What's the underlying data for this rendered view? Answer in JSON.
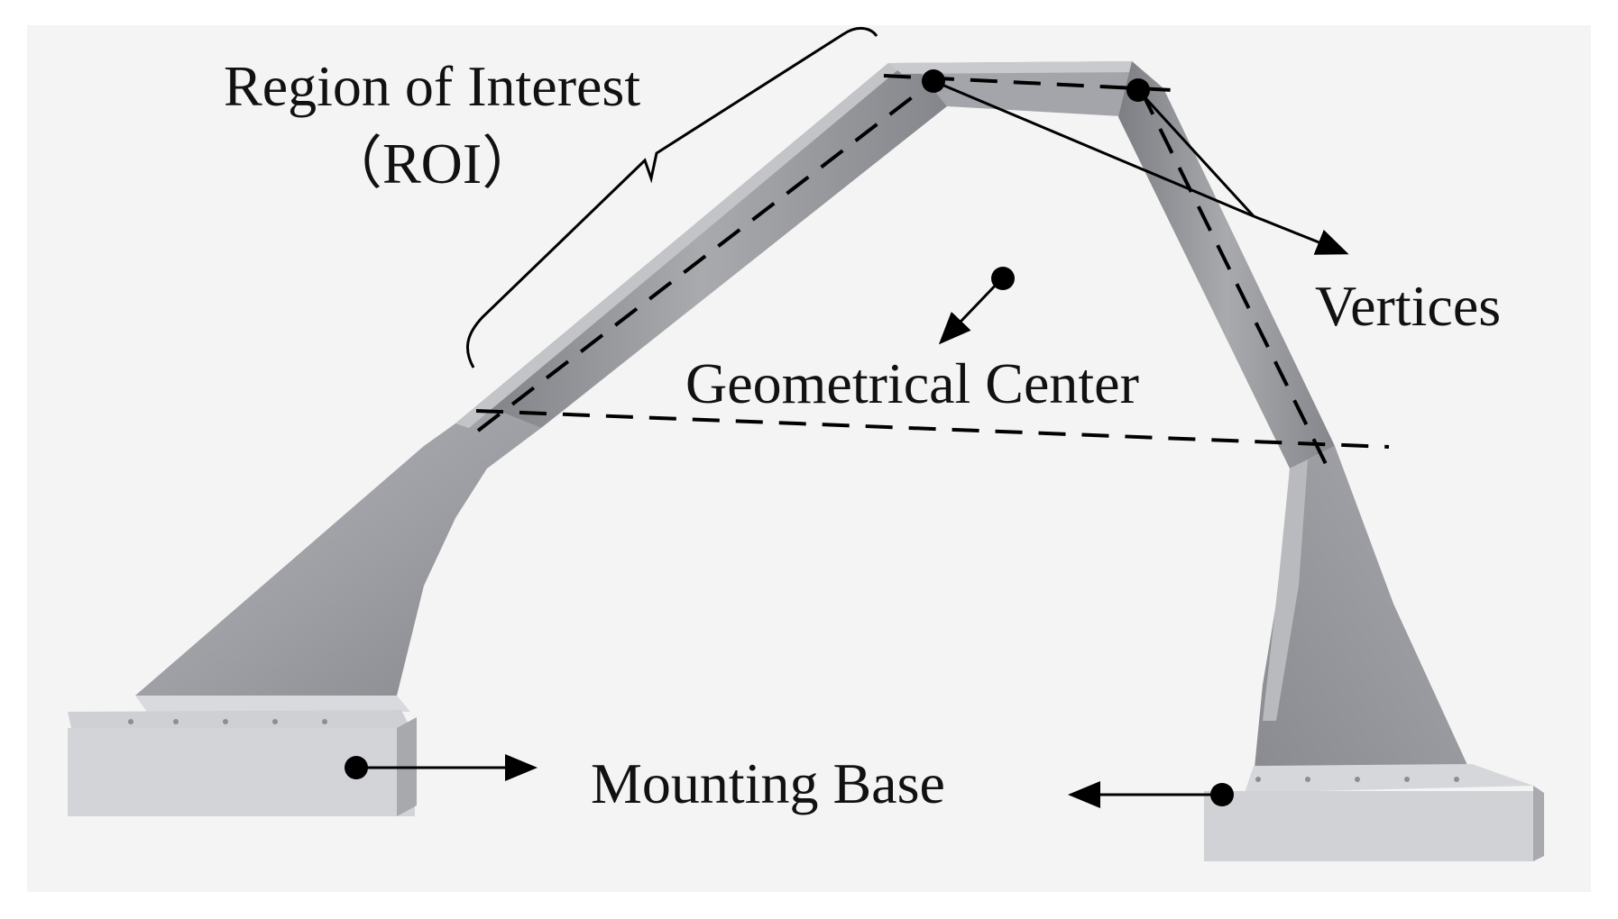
{
  "labels": {
    "roi_line1": "Region of Interest",
    "roi_line2": "（ROI）",
    "vertices": "Vertices",
    "geometrical_center": "Geometrical Center",
    "mounting_base": "Mounting Base"
  },
  "colors": {
    "background": "#f4f4f4",
    "frame_main": "#9b9ca1",
    "frame_light": "#c6c7cb",
    "frame_dark": "#727378",
    "base_face": "#d8d9dc",
    "annotation": "#000000"
  },
  "icons": [
    "arrow-icon",
    "dot-marker-icon",
    "dashed-line-icon",
    "curly-bracket-icon"
  ]
}
